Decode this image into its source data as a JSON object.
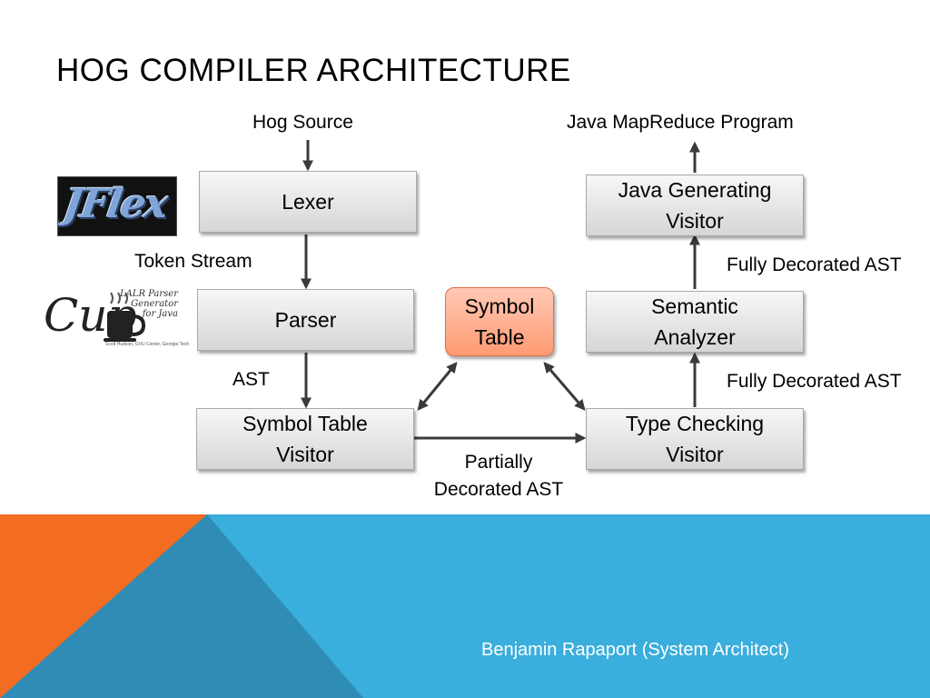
{
  "slide": {
    "title": "HOG COMPILER ARCHITECTURE",
    "footer": "Benjamin Rapaport (System Architect)"
  },
  "boxes": {
    "lexer": "Lexer",
    "parser": "Parser",
    "symbol_table_visitor": "Symbol Table\nVisitor",
    "symbol_table": "Symbol\nTable",
    "type_checking_visitor": "Type Checking\nVisitor",
    "semantic_analyzer": "Semantic\nAnalyzer",
    "java_generating_visitor": "Java Generating\nVisitor"
  },
  "labels": {
    "hog_source": "Hog Source",
    "java_output": "Java MapReduce Program",
    "token_stream": "Token Stream",
    "ast": "AST",
    "partially_decorated": "Partially\nDecorated AST",
    "fully_decorated_top": "Fully Decorated AST",
    "fully_decorated_bottom": "Fully Decorated AST"
  },
  "logos": {
    "jflex": "JFlex",
    "cup": "Cup",
    "cup_subtitle": "LALR Parser Generator\nfor Java",
    "cup_credit": "Scott Hudson, GVU Center, Georgia Tech"
  },
  "colors": {
    "footer_blue": "#3aaedc",
    "footer_orange": "#f26d21",
    "footer_teal": "#2f8db5",
    "arrow": "#3a3a3a",
    "symbol_table_fill": "#ff9a73"
  }
}
